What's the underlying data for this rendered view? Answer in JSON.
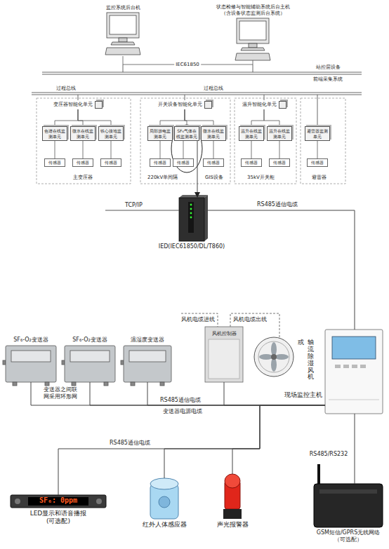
{
  "diagram": {
    "nodes": [
      {
        "text": [
          "监控系统后台机"
        ]
      },
      {
        "text": [
          "状态检修与智能辅助系统后台主机 （含设备状态监测后台系统）"
        ]
      },
      {
        "text": [
          "变压器智能化单元"
        ]
      },
      {
        "text": [
          "开关设备智能化单元"
        ]
      },
      {
        "text": [
          "温升智能化单元"
        ]
      },
      {
        "text": [
          "色谱在线监测单元"
        ]
      },
      {
        "text": [
          "微水在线监测单元"
        ]
      },
      {
        "text": [
          "铁心接地监测单元"
        ]
      },
      {
        "text": [
          "局部放电监测单元"
        ]
      },
      {
        "text": [
          "SF₆气体在线监测单元"
        ]
      },
      {
        "text": [
          "微水在线监测单元"
        ]
      },
      {
        "text": [
          "温升在线监测单元"
        ]
      },
      {
        "text": [
          "温升在线监测单元"
        ]
      },
      {
        "text": [
          "避雷器监测单元"
        ]
      },
      {
        "text": [
          "传感器"
        ]
      },
      {
        "text": [
          "传感器"
        ]
      },
      {
        "text": [
          "传感器"
        ]
      },
      {
        "text": [
          "传感器"
        ]
      },
      {
        "text": [
          "传感器"
        ]
      },
      {
        "text": [
          "传感器"
        ]
      },
      {
        "text": [
          "传感器"
        ]
      },
      {
        "text": [
          "传感器"
        ]
      },
      {
        "text": [
          "传感器"
        ]
      },
      {
        "text": [
          "IED(IEC61850/DL/T860)"
        ]
      },
      {
        "text": [
          "SF₆-O₂变送器"
        ]
      },
      {
        "text": [
          "SF₆-O₂变送器"
        ]
      },
      {
        "text": [
          "温湿度变送器"
        ]
      },
      {
        "text": [
          "风机控制器"
        ]
      },
      {
        "text": [
          "现场监控主机"
        ]
      },
      {
        "text": [
          "SF₆: 0ppm",
          "LED显示和语音播报 (可选配)"
        ]
      },
      {
        "text": [
          "红外人体感应器"
        ]
      },
      {
        "text": [
          "声光报警器"
        ]
      },
      {
        "text": [
          "GSM短信/GPRS无线网络 （可选配）"
        ]
      }
    ],
    "edges": [
      {
        "from": 0,
        "to": 1,
        "arrow": "none",
        "label": "IEC61850"
      },
      {
        "from": 2,
        "to": 5,
        "arrow": "none"
      },
      {
        "from": 2,
        "to": 6,
        "arrow": "none"
      },
      {
        "from": 2,
        "to": 7,
        "arrow": "none"
      },
      {
        "from": 3,
        "to": 8,
        "arrow": "none"
      },
      {
        "from": 3,
        "to": 9,
        "arrow": "none"
      },
      {
        "from": 3,
        "to": 10,
        "arrow": "none"
      },
      {
        "from": 4,
        "to": 11,
        "arrow": "none"
      },
      {
        "from": 4,
        "to": 12,
        "arrow": "none"
      },
      {
        "from": 5,
        "to": 14,
        "arrow": "none"
      },
      {
        "from": 6,
        "to": 15,
        "arrow": "none"
      },
      {
        "from": 7,
        "to": 16,
        "arrow": "none"
      },
      {
        "from": 8,
        "to": 17,
        "arrow": "none"
      },
      {
        "from": 9,
        "to": 18,
        "arrow": "none"
      },
      {
        "from": 10,
        "to": 19,
        "arrow": "none"
      },
      {
        "from": 11,
        "to": 20,
        "arrow": "none"
      },
      {
        "from": 12,
        "to": 21,
        "arrow": "none"
      },
      {
        "from": 13,
        "to": 22,
        "arrow": "none"
      },
      {
        "from": 9,
        "to": 23,
        "arrow": "to"
      },
      {
        "from": 23,
        "to": 28,
        "arrow": "none",
        "label": "RS485通信电缆"
      },
      {
        "from": 24,
        "to": 28,
        "arrow": "none",
        "label": "RS485通信电缆"
      },
      {
        "from": 25,
        "to": 28,
        "arrow": "none"
      },
      {
        "from": 26,
        "to": 28,
        "arrow": "none"
      },
      {
        "from": 27,
        "to": 28,
        "arrow": "none"
      },
      {
        "from": 28,
        "to": 29,
        "arrow": "none",
        "label": "RS485通信电缆"
      },
      {
        "from": 28,
        "to": 30,
        "arrow": "none"
      },
      {
        "from": 28,
        "to": 31,
        "arrow": "none"
      },
      {
        "from": 28,
        "to": 32,
        "arrow": "none",
        "label": "RS485/RS232"
      }
    ],
    "labels": [
      "站控层设备",
      "前端采集系统",
      "过程总线",
      "过程总线",
      "主变压器",
      "220kV单间隔",
      "GIS设备",
      "35kV开关柜",
      "避雷器",
      "TCP/IP",
      "风机电缆进线",
      "风机电缆出线",
      "或",
      "轴流除湿风机",
      "变送器之间联网采用环形网",
      "变送器电源电缆"
    ]
  }
}
